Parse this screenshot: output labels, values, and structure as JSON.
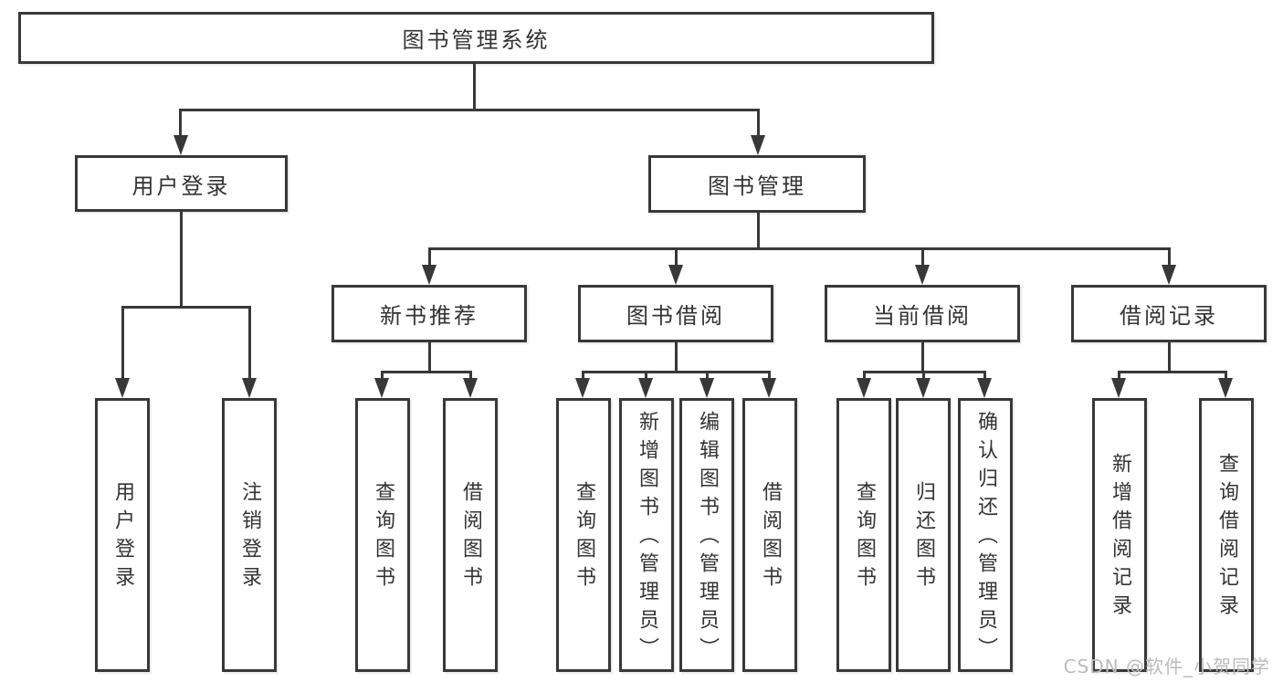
{
  "title": "图书管理系统",
  "nodes": {
    "root": "图书管理系统",
    "user_login": "用户登录",
    "book_mgmt": "图书管理",
    "new_book_rec": "新书推荐",
    "book_borrow": "图书借阅",
    "current_borrow": "当前借阅",
    "borrow_records": "借阅记录",
    "leaf_user_login": "用户登录",
    "leaf_logout": "注销登录",
    "leaf_query_books_rec": "查询图书",
    "leaf_borrow_books_rec": "借阅图书",
    "leaf_query_books_borrow": "查询图书",
    "leaf_add_books_admin": "新增图书（管理员）",
    "leaf_edit_books_admin": "编辑图书（管理员）",
    "leaf_borrow_books_borrow": "借阅图书",
    "leaf_query_books_current": "查询图书",
    "leaf_return_books": "归还图书",
    "leaf_confirm_return_admin": "确认归还（管理员）",
    "leaf_add_borrow_record": "新增借阅记录",
    "leaf_query_borrow_record": "查询借阅记录"
  },
  "watermark": "CSDN @软件_小贺同学",
  "colors": {
    "line": "#383838",
    "text": "#333333",
    "watermark": "#bbbbbb",
    "background": "#ffffff"
  }
}
